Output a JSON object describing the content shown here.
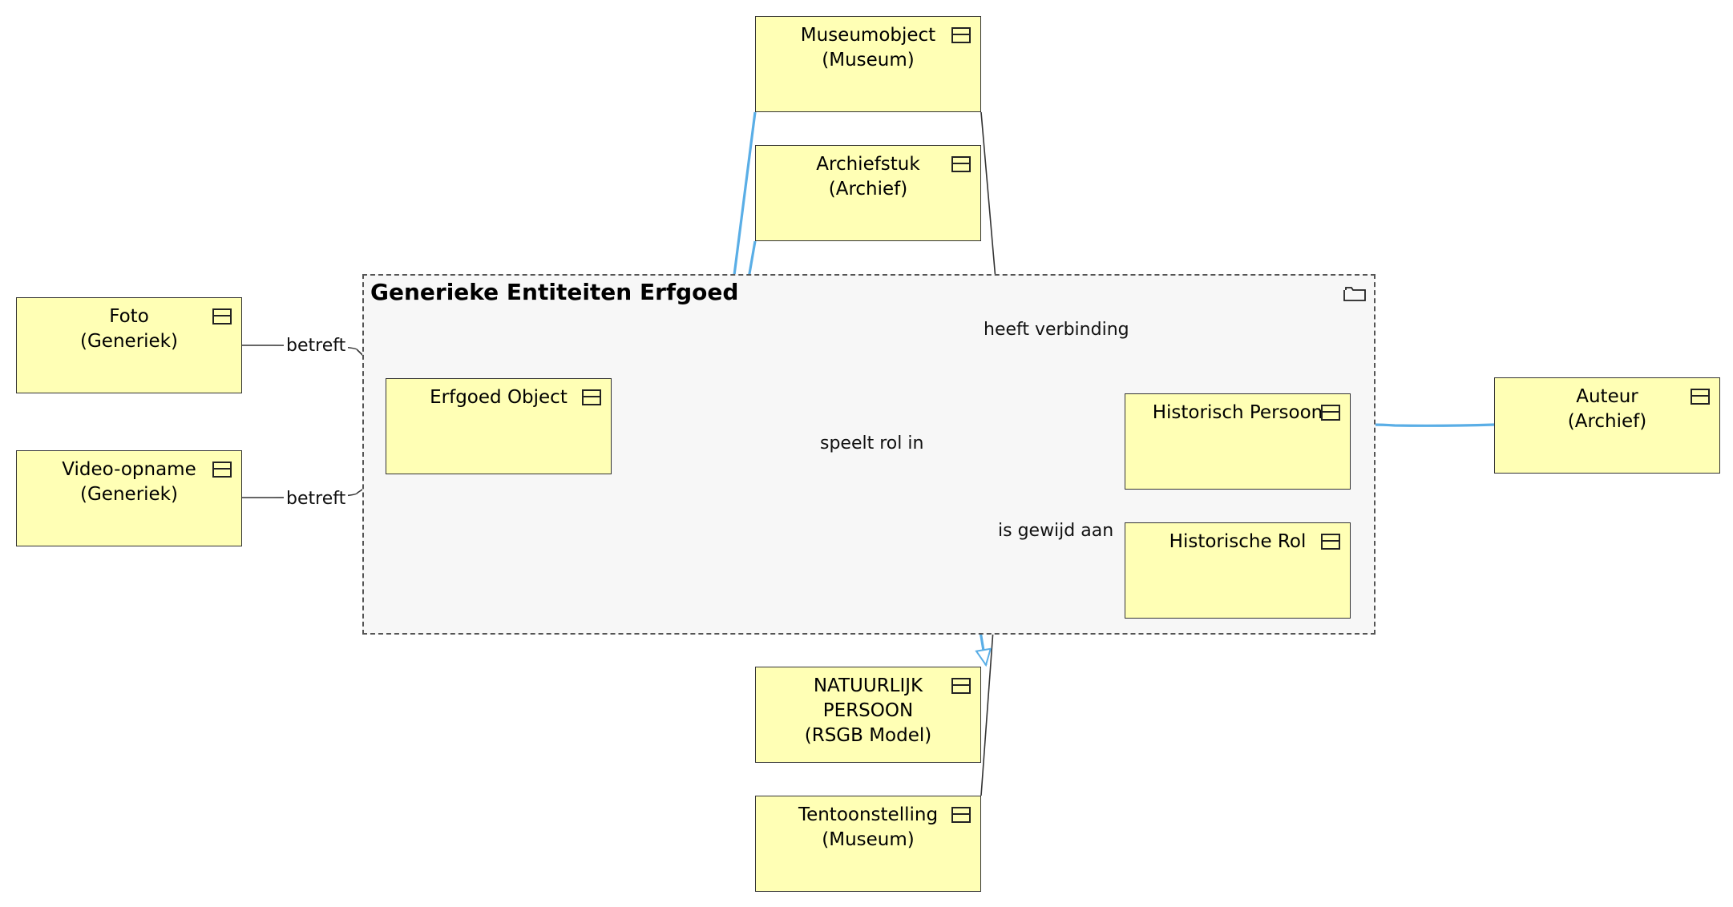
{
  "package": {
    "title": "Generieke Entiteiten Erfgoed",
    "icon": "folder-icon"
  },
  "nodes": {
    "museumobject": "Museumobject\n(Museum)",
    "archiefstuk": "Archiefstuk\n(Archief)",
    "foto": "Foto\n(Generiek)",
    "video_opname": "Video-opname\n(Generiek)",
    "erfgoed_object": "Erfgoed Object",
    "historisch_persoon": "Historisch Persoon",
    "historische_rol": "Historische Rol",
    "auteur": "Auteur\n(Archief)",
    "natuurlijk_persoon": "NATUURLIJK\nPERSOON\n(RSGB Model)",
    "tentoonstelling": "Tentoonstelling\n(Museum)"
  },
  "edges": {
    "foto_betreft": "betreft",
    "video_betreft": "betreft",
    "heeft_verbinding": "heeft verbinding",
    "speelt_rol_in": "speelt rol in",
    "is_gewijd_aan": "is gewijd aan"
  },
  "colors": {
    "box_fill": "#ffffb5",
    "association": "#333333",
    "generalization": "#5aaee6",
    "package_fill": "#f7f7f7"
  }
}
